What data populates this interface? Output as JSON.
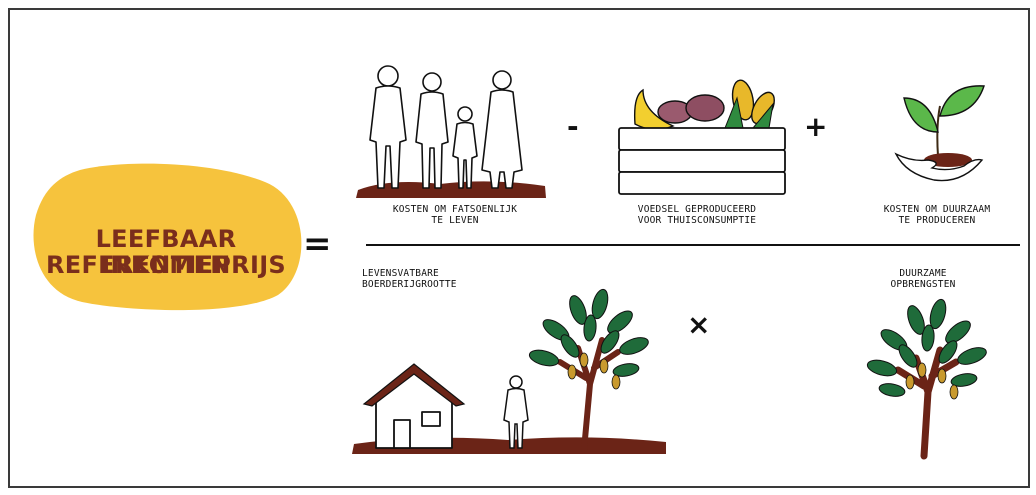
{
  "title": {
    "line1": "LEEFBAAR INKOMEN",
    "line2": "REFERENTIEPRIJS"
  },
  "operators": {
    "equals": "=",
    "minus": "-",
    "plus": "+",
    "times": "×"
  },
  "numerator": {
    "term1": {
      "line1": "KOSTEN OM FATSOENLIJK",
      "line2": "TE LEVEN"
    },
    "term2": {
      "line1": "VOEDSEL GEPRODUCEERD",
      "line2": "VOOR THUISCONSUMPTIE"
    },
    "term3": {
      "line1": "KOSTEN OM DUURZAAM",
      "line2": "TE PRODUCEREN"
    }
  },
  "denominator": {
    "term1": {
      "line1": "LEVENSVATBARE",
      "line2": "BOERDERIJGROOTTE"
    },
    "term2": {
      "line1": "DUURZAME",
      "line2": "OPBRENGSTEN"
    }
  },
  "colors": {
    "blob": "#f6c33d",
    "title": "#7a2e1c",
    "soil": "#6b2417",
    "leaf": "#1f6b3a",
    "pod": "#c99a2e",
    "sprout": "#5bb84a"
  }
}
